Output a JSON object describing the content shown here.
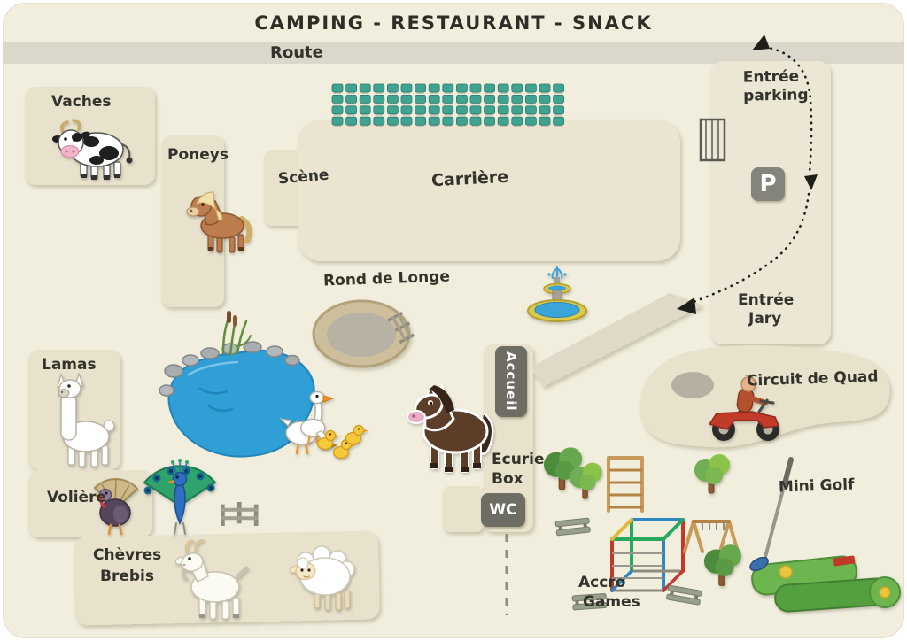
{
  "title": "CAMPING - RESTAURANT - SNACK",
  "labels": {
    "route": "Route",
    "entree_parking_1": "Entrée",
    "entree_parking_2": "parking",
    "parking_sign": "P",
    "vaches": "Vaches",
    "poneys": "Poneys",
    "scene": "Scène",
    "carriere": "Carrière",
    "rond_de_longe": "Rond de Longe",
    "entree_jary_1": "Entrée",
    "entree_jary_2": "Jary",
    "lamas": "Lamas",
    "voliere": "Volière",
    "chevres": "Chèvres",
    "brebis": "Brebis",
    "accueil": "Accueil",
    "ecurie": "Ecurie",
    "box": "Box",
    "wc": "WC",
    "circuit_quad": "Circuit de Quad",
    "mini_golf": "Mini Golf",
    "accro": "Accro",
    "games": "Games"
  },
  "colors": {
    "background": "#f2eedd",
    "enclosure_block": "#e8e2cd",
    "road": "#dbd7ca",
    "seats": "#3fa392",
    "seat_stroke": "#2c7a6b",
    "pond_blue": "#2f9fd6",
    "badge_gray": "#6e6d64",
    "label_text": "#33332b",
    "golf_green": "#6db54e",
    "fountain_yellow": "#dcc84a"
  },
  "bleachers": {
    "rows": 4,
    "cols": 17
  }
}
